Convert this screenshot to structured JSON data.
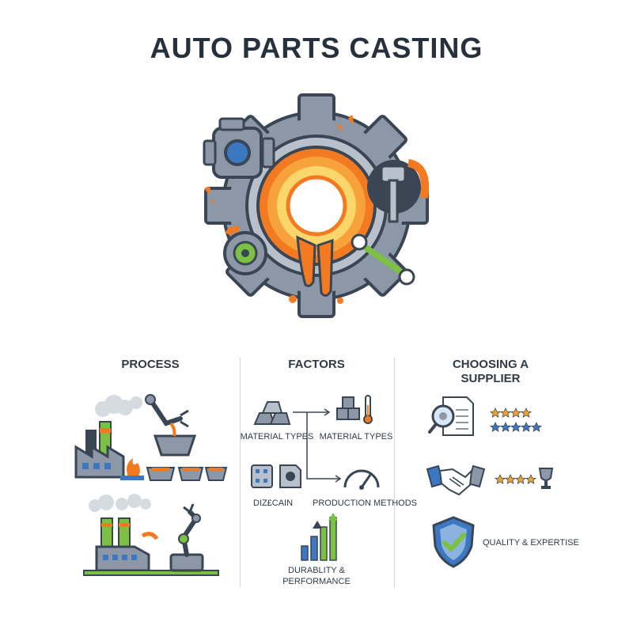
{
  "title": "AUTO PARTS CASTING",
  "columns": {
    "process": {
      "heading": "PROCESS"
    },
    "factors": {
      "heading": "FACTORS",
      "items": [
        {
          "label": "MATERIAL TYPES"
        },
        {
          "label": "MATERIAL TYPES"
        },
        {
          "label": "DIZ£CAIN"
        },
        {
          "label": "PRODUCTION METHODS"
        },
        {
          "label": "DURABLITY &\nPERFORMANCE"
        }
      ]
    },
    "supplier": {
      "heading": "CHOOSING A\nSUPPLIER",
      "items": [
        {
          "label": "QUALITY & EXPERTISE"
        }
      ]
    }
  },
  "colors": {
    "dark": "#3a4654",
    "gray": "#8a97a6",
    "orange": "#f47a22",
    "green": "#7cc143",
    "blue": "#3c78c2",
    "star": "#f0a530"
  }
}
